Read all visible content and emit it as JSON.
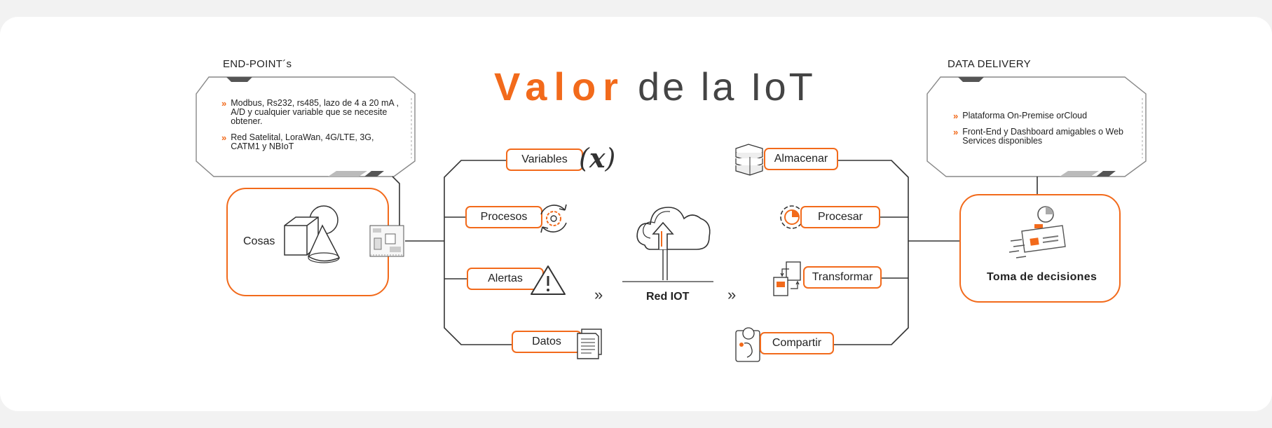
{
  "title": {
    "part1": "Valor",
    "part2": "de la IoT"
  },
  "left": {
    "section_title": "END-POINT´s",
    "bullets": [
      "Modbus, Rs232, rs485, lazo de 4 a 20 mA , A/D y cualquier variable que se necesite obtener.",
      "Red Satelital, LoraWan, 4G/LTE, 3G, CATM1 y NBIoT"
    ],
    "box_label": "Cosas"
  },
  "right": {
    "section_title": "DATA DELIVERY",
    "bullets": [
      "Plataforma On-Premise orCloud",
      "Front-End y Dashboard  amigables o Web Services disponibles"
    ],
    "box_label": "Toma de decisiones"
  },
  "inputs": [
    "Variables",
    "Procesos",
    "Alertas",
    "Datos"
  ],
  "center": {
    "label": "Red IOT",
    "arrow_glyph": "»"
  },
  "outputs": [
    "Almacenar",
    "Procesar",
    "Transformar",
    "Compartir"
  ],
  "icons": {
    "variables": "variable-x-icon",
    "procesos": "gear-cycle-icon",
    "alertas": "warning-triangle-icon",
    "datos": "documents-icon",
    "almacenar": "storage-stack-icon",
    "procesar": "gear-chart-icon",
    "transformar": "transform-cards-icon",
    "compartir": "share-icon",
    "cloud": "cloud-upload-icon",
    "cosas": "shapes-icon",
    "board": "circuit-board-icon",
    "decisiones": "dashboard-charts-icon"
  },
  "colors": {
    "accent": "#f26a1b",
    "line": "#333333",
    "text": "#222222"
  }
}
